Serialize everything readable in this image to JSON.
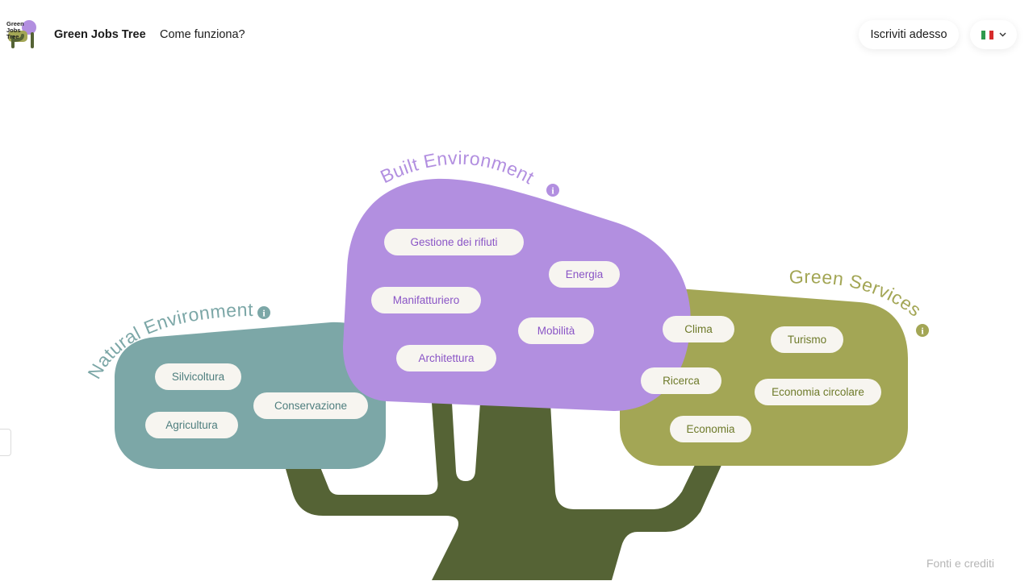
{
  "header": {
    "logo_text": "Green Jobs Tree",
    "brand": "Green Jobs Tree",
    "how_it_works": "Come funziona?",
    "signup": "Iscriviti adesso",
    "language_flag": "flag-italy-icon"
  },
  "categories": {
    "built": {
      "title": "Built Environment",
      "color": "#b28fe0",
      "items": [
        "Gestione dei rifiuti",
        "Energia",
        "Manifatturiero",
        "Mobilità",
        "Architettura"
      ]
    },
    "natural": {
      "title": "Natural Environment",
      "color": "#7ca7a7",
      "items": [
        "Silvicoltura",
        "Conservazione",
        "Agricultura"
      ]
    },
    "services": {
      "title": "Green Services",
      "color": "#a3a655",
      "items": [
        "Clima",
        "Turismo",
        "Ricerca",
        "Economia circolare",
        "Economia"
      ]
    }
  },
  "colors": {
    "trunk": "#556335"
  },
  "footer": {
    "sources": "Fonti e crediti"
  }
}
